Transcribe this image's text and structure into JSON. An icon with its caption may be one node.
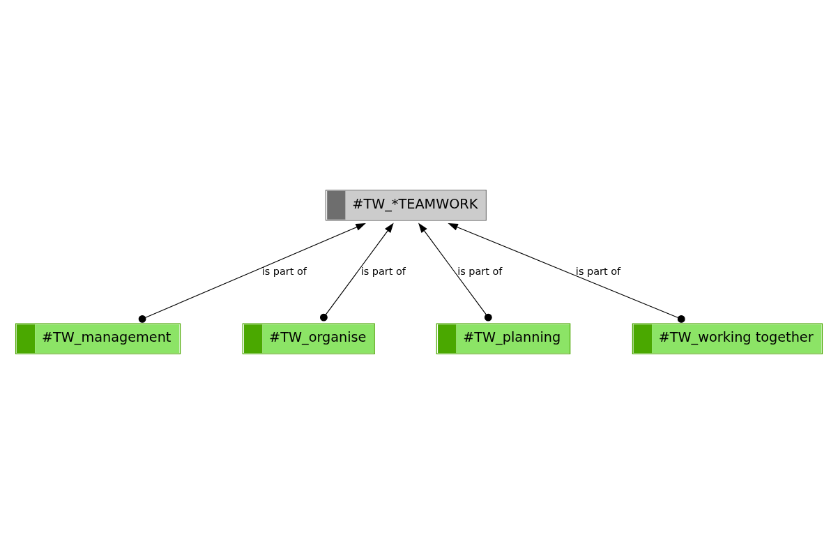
{
  "diagram": {
    "nodes": [
      {
        "text": [
          "#TW_*TEAMWORK"
        ]
      },
      {
        "text": [
          "#TW_management"
        ]
      },
      {
        "text": [
          "#TW_organise"
        ]
      },
      {
        "text": [
          "#TW_planning"
        ]
      },
      {
        "text": [
          "#TW_working together"
        ]
      }
    ],
    "edges": [
      {
        "from": 1,
        "to": 0,
        "arrow": "to",
        "label": "is part of"
      },
      {
        "from": 2,
        "to": 0,
        "arrow": "to",
        "label": "is part of"
      },
      {
        "from": 3,
        "to": 0,
        "arrow": "to",
        "label": "is part of"
      },
      {
        "from": 4,
        "to": 0,
        "arrow": "to",
        "label": "is part of"
      }
    ]
  }
}
